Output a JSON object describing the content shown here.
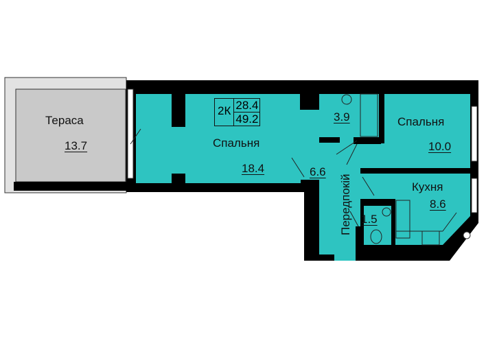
{
  "colors": {
    "room": "#2ec4c1",
    "terrace": "#c9c9c9",
    "wall": "#000000"
  },
  "summary": {
    "type": "2К",
    "living_area": "28.4",
    "total_area": "49.2"
  },
  "rooms": {
    "terrace": {
      "name": "Тераса",
      "area": "13.7"
    },
    "bedroom_main": {
      "name": "Спальня",
      "area": "18.4"
    },
    "bathroom": {
      "area": "3.9"
    },
    "bedroom_small": {
      "name": "Спальня",
      "area": "10.0"
    },
    "hallway": {
      "name": "Передпокій",
      "area": "6.6"
    },
    "kitchen": {
      "name": "Кухня",
      "area": "8.6"
    },
    "wc": {
      "area": "1.5"
    }
  }
}
